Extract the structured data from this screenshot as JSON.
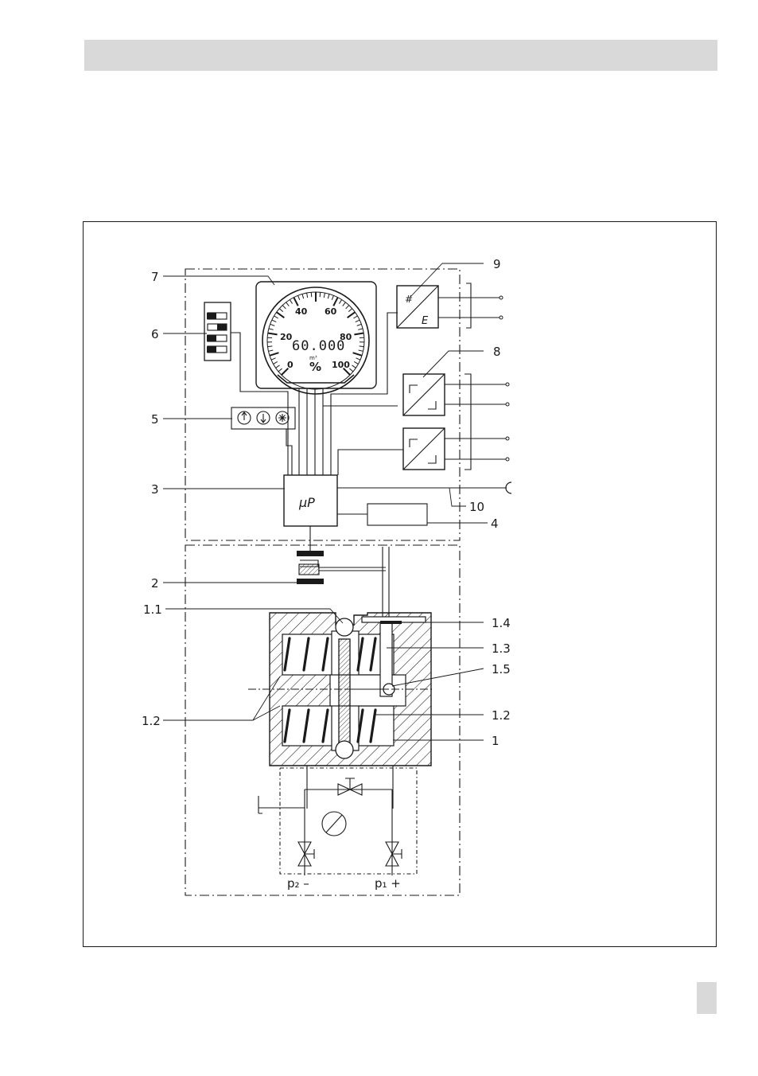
{
  "header_bar": "",
  "page_tab": "",
  "diagram": {
    "callouts": {
      "c7": "7",
      "c6": "6",
      "c5": "5",
      "c3": "3",
      "c2": "2",
      "c1_1": "1.1",
      "c1_2_left": "1.2",
      "c9": "9",
      "c8": "8",
      "c10": "10",
      "c4": "4",
      "c1_4": "1.4",
      "c1_3": "1.3",
      "c1_5": "1.5",
      "c1_2_right": "1.2",
      "c1": "1"
    },
    "gauge": {
      "scale": [
        "0",
        "20",
        "40",
        "60",
        "80",
        "100"
      ],
      "display": "60.000",
      "unit": "m³",
      "percent": "%"
    },
    "converter_symbols": {
      "top": "#",
      "bottom": "E"
    },
    "microprocessor": "µP",
    "pressure_labels": {
      "p2": "p₂ –",
      "p1": "p₁ +"
    }
  },
  "colors": {
    "line": "#1a1a1a",
    "gray": "#d9d9d9"
  }
}
